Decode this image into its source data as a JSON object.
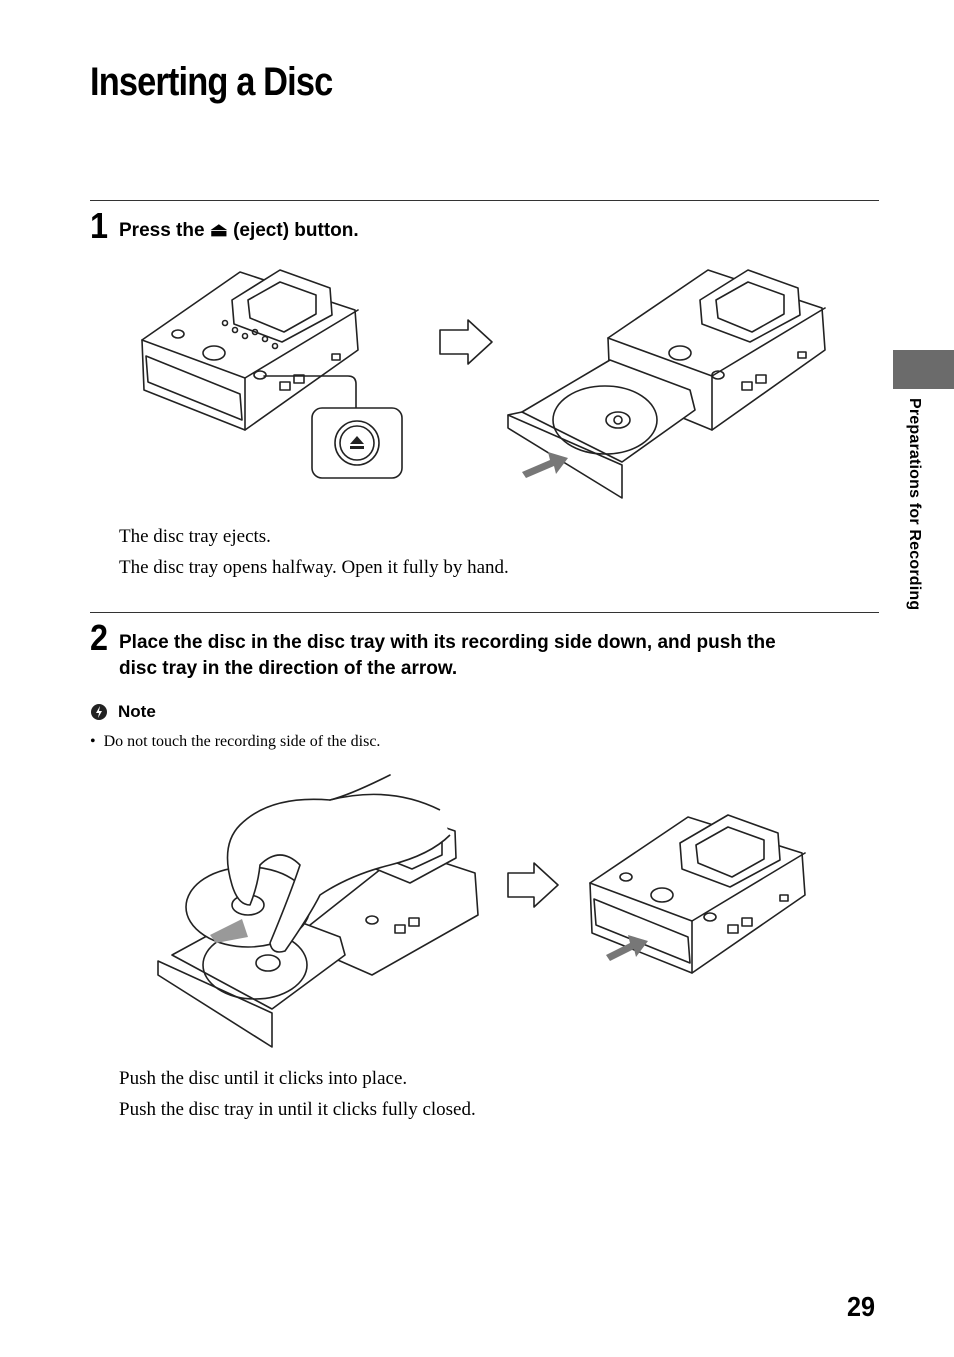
{
  "page": {
    "title": "Inserting a Disc",
    "side_tab_label": "Preparations for Recording",
    "page_number": "29"
  },
  "step1": {
    "number": "1",
    "prefix": "Press the",
    "eject_glyph": "⏏",
    "suffix": "(eject) button.",
    "result_lines": [
      "The disc tray ejects.",
      "The disc tray opens halfway. Open it fully by hand."
    ]
  },
  "step2": {
    "number": "2",
    "line1": "Place the disc in the disc tray with its recording side down, and push the",
    "line2": "disc tray in the direction of the arrow.",
    "note": {
      "label": "Note",
      "bullet": "•",
      "text": "Do not touch the recording side of the disc."
    },
    "result_lines": [
      "Push the disc until it clicks into place.",
      "Push the disc tray in until it clicks fully closed."
    ]
  },
  "icons": {
    "eject": "eject-icon",
    "note": "note-icon",
    "arrow": "right-arrow-icon"
  }
}
